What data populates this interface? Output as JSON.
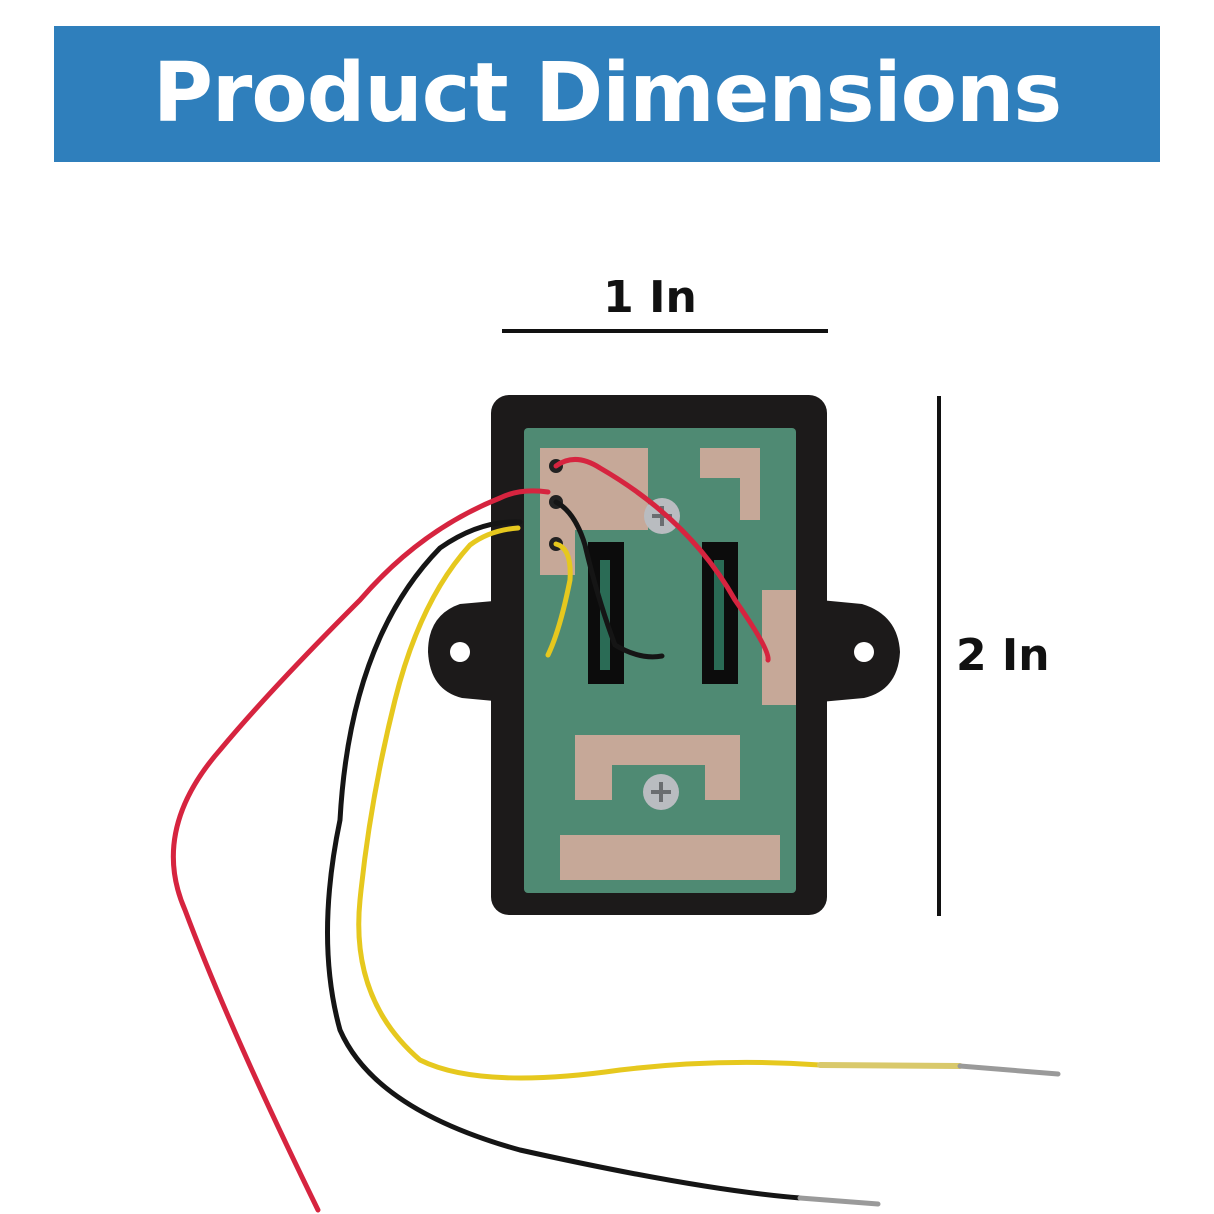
{
  "banner": {
    "title": "Product Dimensions",
    "color": "#2f7fbc"
  },
  "dimensions": {
    "width_label": "1 In",
    "height_label": "2 In"
  },
  "colors": {
    "housing": "#1c1a1a",
    "board": "#4f8a73",
    "pad": "#c6a898",
    "wire_red": "#d6243f",
    "wire_black": "#151515",
    "wire_yellow": "#e6c81e",
    "screw": "#b9bcc0"
  }
}
